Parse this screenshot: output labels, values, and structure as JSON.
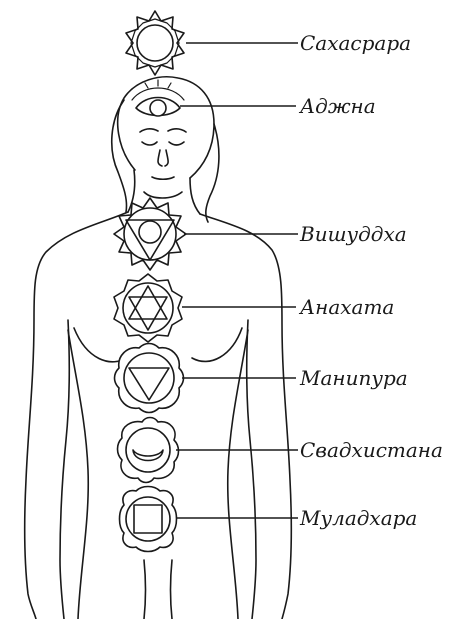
{
  "colors": {
    "ink": "#1a1a1a",
    "background": "#ffffff"
  },
  "chakras": [
    {
      "id": "sahasrara",
      "label": "Сахасрара",
      "symbol": "lotus-circle-icon"
    },
    {
      "id": "ajna",
      "label": "Аджна",
      "symbol": "third-eye-icon"
    },
    {
      "id": "vishuddha",
      "label": "Вишуддха",
      "symbol": "down-triangle-circle-icon"
    },
    {
      "id": "anahata",
      "label": "Анахата",
      "symbol": "hexagram-icon"
    },
    {
      "id": "manipura",
      "label": "Манипура",
      "symbol": "down-triangle-icon"
    },
    {
      "id": "svadhisthana",
      "label": "Свадхистана",
      "symbol": "crescent-icon"
    },
    {
      "id": "muladhara",
      "label": "Муладхара",
      "symbol": "square-icon"
    }
  ]
}
